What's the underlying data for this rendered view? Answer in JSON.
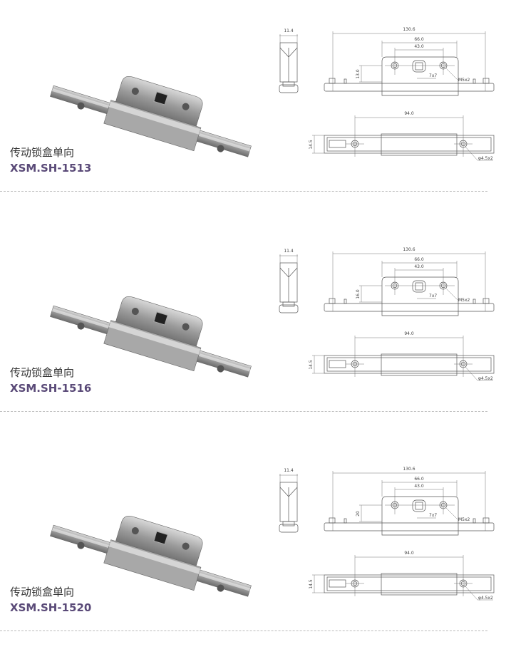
{
  "products": [
    {
      "title": "传动锁盒单向",
      "code": "XSM.SH-1513",
      "dims": {
        "side_width": "11.4",
        "overall": "130.6",
        "plate": "66.0",
        "holes": "43.0",
        "height": "13.0",
        "square": "7x7",
        "thread": "M5x2",
        "bottom_span": "94.0",
        "bar_width": "14.5",
        "bore": "φ4.5x2"
      }
    },
    {
      "title": "传动锁盒单向",
      "code": "XSM.SH-1516",
      "dims": {
        "side_width": "11.4",
        "overall": "130.6",
        "plate": "66.0",
        "holes": "43.0",
        "height": "16.0",
        "square": "7x7",
        "thread": "M5x2",
        "bottom_span": "94.0",
        "bar_width": "14.5",
        "bore": "φ4.5x2"
      }
    },
    {
      "title": "传动锁盒单向",
      "code": "XSM.SH-1520",
      "dims": {
        "side_width": "11.4",
        "overall": "130.6",
        "plate": "66.0",
        "holes": "43.0",
        "height": "20",
        "square": "7x7",
        "thread": "M5x2",
        "bottom_span": "94.0",
        "bar_width": "14.5",
        "bore": "φ4.5x2"
      }
    }
  ]
}
